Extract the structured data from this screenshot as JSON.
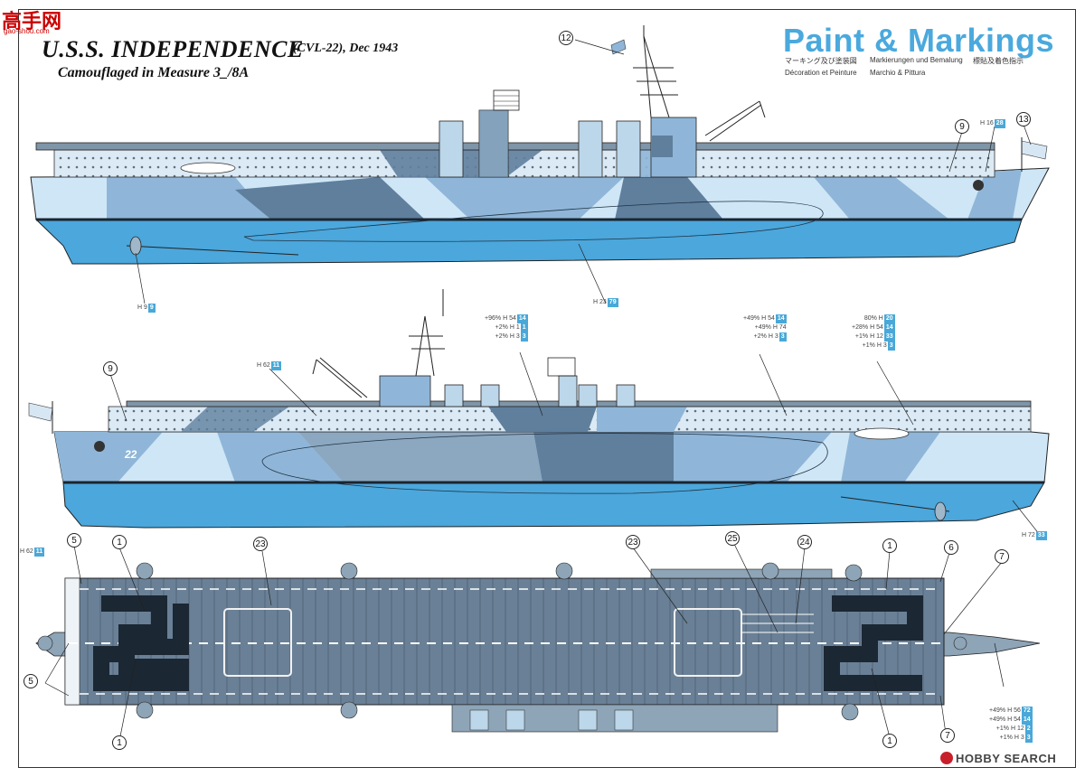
{
  "logo": {
    "text": "高手网",
    "sub": "gao-shou.com"
  },
  "ship": {
    "title": "U.S.S. INDEPENDENCE",
    "subtitle": "(CVL-22), Dec 1943",
    "camouflage": "Camouflaged in Measure 3_/8A",
    "hull_number": "22",
    "deck_number": "22"
  },
  "paint_markings": {
    "title": "Paint & Markings",
    "jp": "マーキング及び塗装図",
    "de": "Markierungen und Bemalung",
    "cn": "標貼及着色指示",
    "fr": "Décoration et Peinture",
    "it": "Marchio & Pittura"
  },
  "watermark": "HOBBY SEARCH",
  "colors": {
    "hull_light": "#cfe6f6",
    "camo_mid": "#8fb6d8",
    "camo_dark": "#5f7f9d",
    "lower_hull": "#4ba7dc",
    "deck": "#6a8096",
    "code_box": "#49a8d8"
  },
  "codes": {
    "top_h9": {
      "h": "H 9",
      "box": "9"
    },
    "top_h23": {
      "h": "H 23",
      "box": "79"
    },
    "top_h16": {
      "h": "H 16",
      "box": "28"
    },
    "mid_h62": {
      "h": "H 62",
      "box": "11"
    },
    "mid_h72": {
      "h": "H 72",
      "box": "33"
    },
    "deck_h62": {
      "h": "H 62",
      "box": "11"
    },
    "mix1": [
      {
        "p": "+96%",
        "h": "H 54",
        "box": "14"
      },
      {
        "p": "+2%",
        "h": "H 1",
        "box": "1"
      },
      {
        "p": "+2%",
        "h": "H 3",
        "box": "3"
      }
    ],
    "mix2": [
      {
        "p": "+49%",
        "h": "H 54",
        "box": "14"
      },
      {
        "p": "+49%",
        "h": "H 74",
        "box": ""
      },
      {
        "p": "+2%",
        "h": "H 3",
        "box": "3"
      }
    ],
    "mix3": [
      {
        "p": "80%",
        "h": "H",
        "box": "20"
      },
      {
        "p": "+28%",
        "h": "H 54",
        "box": "14"
      },
      {
        "p": "+1%",
        "h": "H 12",
        "box": "33"
      },
      {
        "p": "+1%",
        "h": "H 3",
        "box": "3"
      }
    ],
    "mix4": [
      {
        "p": "+49%",
        "h": "H 56",
        "box": "72"
      },
      {
        "p": "+49%",
        "h": "H 54",
        "box": "14"
      },
      {
        "p": "+1%",
        "h": "H 12",
        "box": "2"
      },
      {
        "p": "+1%",
        "h": "H 3",
        "box": "3"
      }
    ]
  },
  "callouts": {
    "n1": "1",
    "n5": "5",
    "n6": "6",
    "n7": "7",
    "n9": "9",
    "n12": "12",
    "n13": "13",
    "n23": "23",
    "n24": "24",
    "n25": "25"
  }
}
